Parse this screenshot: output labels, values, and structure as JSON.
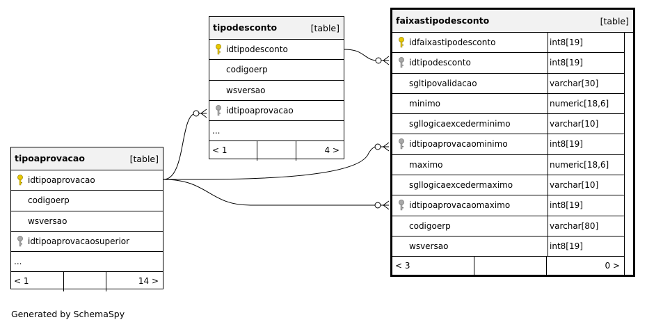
{
  "caption": "Generated by SchemaSpy",
  "type_label": "[table]",
  "tables": {
    "tipodesconto": {
      "name": "tipodesconto",
      "columns": [
        "idtipodesconto",
        "codigoerp",
        "wsversao",
        "idtipoaprovacao"
      ],
      "more": "...",
      "footer_left": "< 1",
      "footer_right": "4 >"
    },
    "tipoaprovacao": {
      "name": "tipoaprovacao",
      "columns": [
        "idtipoaprovacao",
        "codigoerp",
        "wsversao",
        "idtipoaprovacaosuperior"
      ],
      "more": "...",
      "footer_left": "< 1",
      "footer_right": "14 >"
    },
    "faixastipodesconto": {
      "name": "faixastipodesconto",
      "columns": [
        {
          "name": "idfaixastipodesconto",
          "type": "int8[19]"
        },
        {
          "name": "idtipodesconto",
          "type": "int8[19]"
        },
        {
          "name": "sgltipovalidacao",
          "type": "varchar[30]"
        },
        {
          "name": "minimo",
          "type": "numeric[18,6]"
        },
        {
          "name": "sgllogicaexcederminimo",
          "type": "varchar[10]"
        },
        {
          "name": "idtipoaprovacaominimo",
          "type": "int8[19]"
        },
        {
          "name": "maximo",
          "type": "numeric[18,6]"
        },
        {
          "name": "sgllogicaexcedermaximo",
          "type": "varchar[10]"
        },
        {
          "name": "idtipoaprovacaomaximo",
          "type": "int8[19]"
        },
        {
          "name": "codigoerp",
          "type": "varchar[80]"
        },
        {
          "name": "wsversao",
          "type": "int8[19]"
        }
      ],
      "footer_left": "< 3",
      "footer_right": "0 >"
    }
  },
  "key_icons": {
    "primary_color": "#e8c800",
    "foreign_color": "#a8a8a8"
  }
}
